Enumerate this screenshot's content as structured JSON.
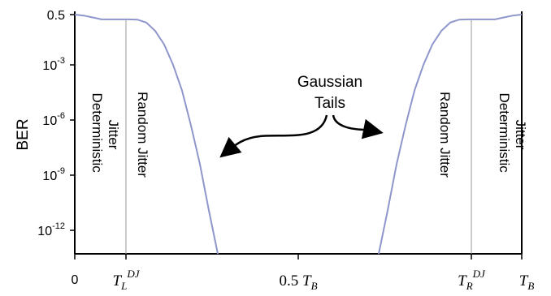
{
  "chart_data": {
    "type": "line",
    "title": "",
    "xlabel": "",
    "ylabel": "BER",
    "y_scale": "log",
    "y_ticks": [
      {
        "value": 0.5,
        "base": "0.5",
        "exp": ""
      },
      {
        "value": 0.001,
        "base": "10",
        "exp": "-3"
      },
      {
        "value": 1e-06,
        "base": "10",
        "exp": "-6"
      },
      {
        "value": 1e-09,
        "base": "10",
        "exp": "-9"
      },
      {
        "value": 1e-12,
        "base": "10",
        "exp": "-12"
      }
    ],
    "x_ticks": [
      {
        "value": 0,
        "text": "0"
      },
      {
        "value": 0.12,
        "text": "T_L^DJ",
        "main": "T",
        "sub": "L",
        "sup": "DJ"
      },
      {
        "value": 0.5,
        "text": "0.5 T_B",
        "prefix": "0.5",
        "main": "T",
        "sub": "B"
      },
      {
        "value": 0.88,
        "text": "T_R^DJ",
        "main": "T",
        "sub": "R",
        "sup": "DJ"
      },
      {
        "value": 1.0,
        "text": "T_B",
        "main": "T",
        "sub": "B"
      }
    ],
    "x_range": [
      0,
      1
    ],
    "y_range_log10": [
      -13.6,
      0
    ],
    "grid": false,
    "curve_color": "#8e96cc",
    "series": [
      {
        "name": "",
        "points": [
          [
            0.0,
            0.5
          ],
          [
            0.02,
            0.48
          ],
          [
            0.04,
            0.38
          ],
          [
            0.06,
            0.3
          ],
          [
            0.12,
            0.3
          ],
          [
            0.14,
            0.29
          ],
          [
            0.16,
            0.2
          ],
          [
            0.18,
            0.07
          ],
          [
            0.2,
            0.013
          ],
          [
            0.22,
            0.001
          ],
          [
            0.24,
            4e-05
          ],
          [
            0.26,
            5e-07
          ],
          [
            0.28,
            4e-09
          ],
          [
            0.3,
            1.2e-11
          ],
          [
            0.32,
            5e-14
          ]
        ]
      },
      {
        "name": "",
        "points": [
          [
            0.68,
            5e-14
          ],
          [
            0.7,
            1.2e-11
          ],
          [
            0.72,
            4e-09
          ],
          [
            0.74,
            5e-07
          ],
          [
            0.76,
            4e-05
          ],
          [
            0.78,
            0.001
          ],
          [
            0.8,
            0.013
          ],
          [
            0.82,
            0.07
          ],
          [
            0.84,
            0.2
          ],
          [
            0.86,
            0.29
          ],
          [
            0.88,
            0.3
          ],
          [
            0.94,
            0.3
          ],
          [
            0.96,
            0.38
          ],
          [
            0.98,
            0.48
          ],
          [
            1.0,
            0.5
          ]
        ]
      }
    ],
    "markers": [
      0.12,
      0.88
    ],
    "region_labels": {
      "left_dj": [
        "Deterministic",
        "Jitter"
      ],
      "left_rj": "Random Jitter",
      "right_rj": "Random Jitter",
      "right_dj": [
        "Deterministic",
        "Jitter"
      ]
    },
    "annotation": {
      "lines": [
        "Gaussian",
        "Tails"
      ]
    }
  }
}
